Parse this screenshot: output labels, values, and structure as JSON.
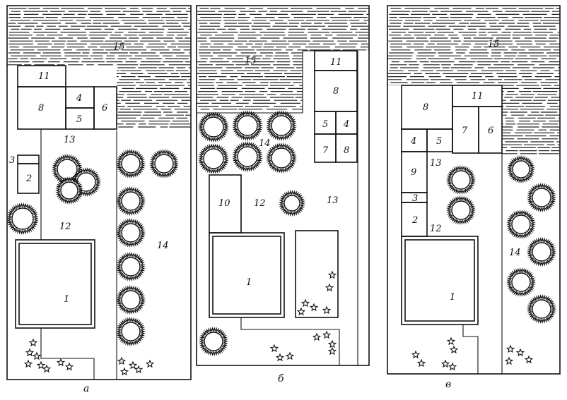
{
  "plans": [
    {
      "id": "a",
      "caption": "а",
      "labels": {
        "l15": "15",
        "l11": "11",
        "l8": "8",
        "l4": "4",
        "l5": "5",
        "l6": "6",
        "l13": "13",
        "l3": "3",
        "l2": "2",
        "l12": "12",
        "l14": "14",
        "l1": "1"
      }
    },
    {
      "id": "b",
      "caption": "б",
      "labels": {
        "l15": "15",
        "l11": "11",
        "l8": "8",
        "l5": "5",
        "l4": "4",
        "l7": "7",
        "l8b": "8",
        "l14": "14",
        "l10": "10",
        "l12": "12",
        "l13": "13",
        "l1": "1"
      }
    },
    {
      "id": "v",
      "caption": "в",
      "labels": {
        "l15": "15",
        "l8": "8",
        "l11": "11",
        "l4": "4",
        "l5": "5",
        "l7": "7",
        "l6": "6",
        "l9": "9",
        "l13": "13",
        "l3": "3",
        "l2": "2",
        "l12": "12",
        "l14": "14",
        "l1": "1"
      }
    }
  ]
}
